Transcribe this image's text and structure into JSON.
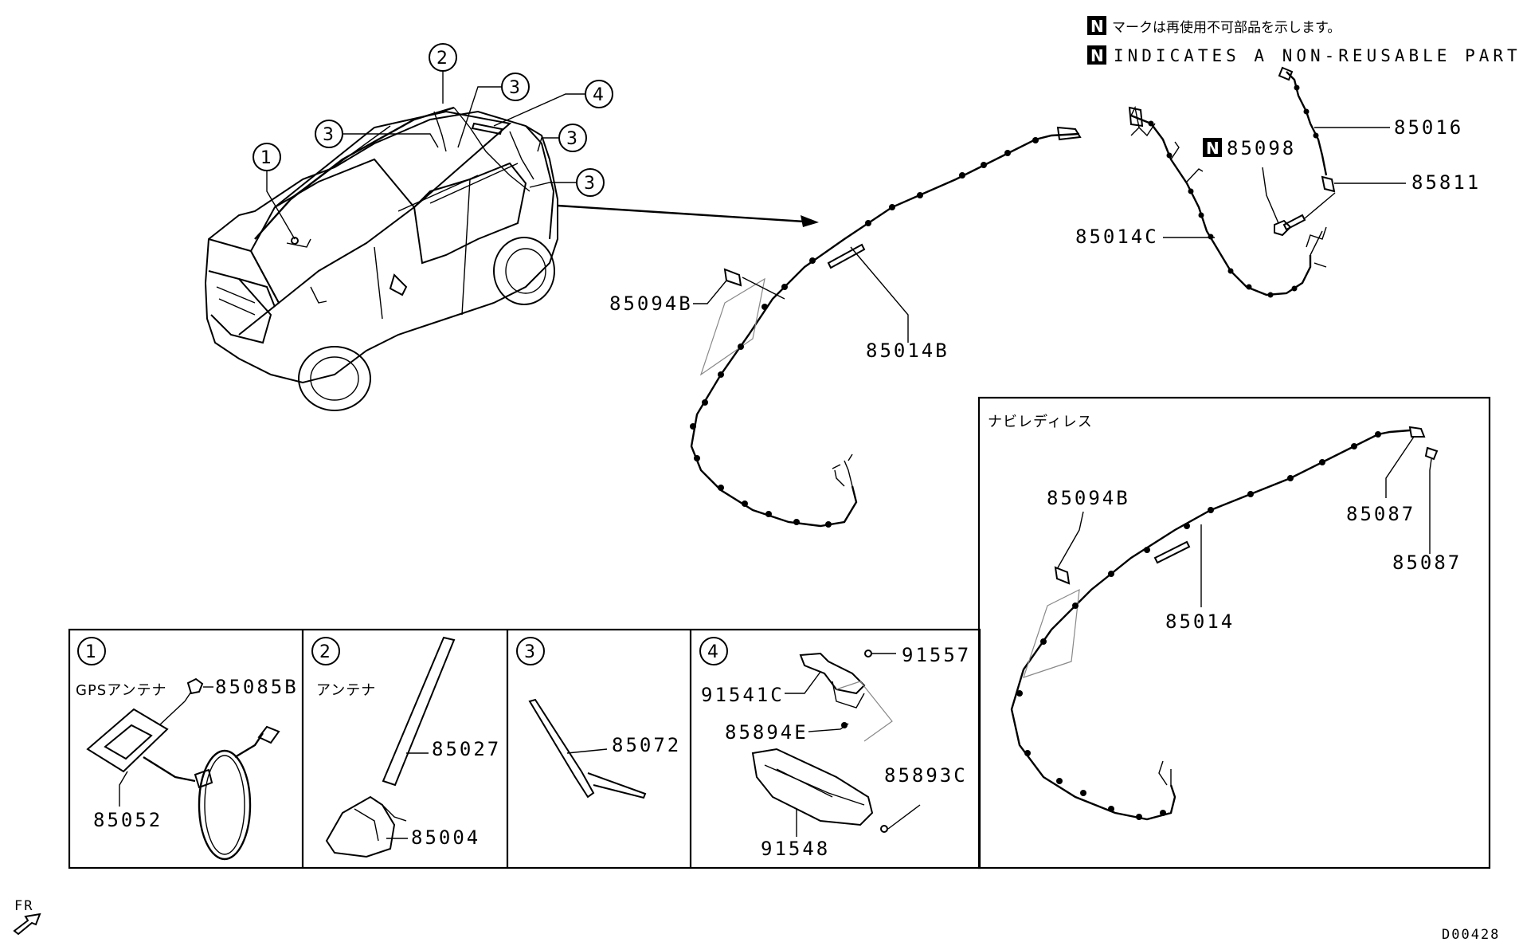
{
  "notes": {
    "badge_letter": "N",
    "line_jp": "マークは再使用不可部品を示します。",
    "line_en": "INDICATES A NON-REUSABLE PART."
  },
  "callouts": {
    "c1": "1",
    "c2": "2",
    "c3": "3",
    "c4": "4"
  },
  "main_harness": {
    "p85094b": "85094B",
    "p85014b": "85014B"
  },
  "rear_harness": {
    "p85016": "85016",
    "p85811": "85811",
    "p85098": "85098",
    "p85014c": "85014C"
  },
  "navi_less": {
    "title": "ナビレディレス",
    "p85094b": "85094B",
    "p85087a": "85087",
    "p85087b": "85087",
    "p85014": "85014"
  },
  "panel1": {
    "num": "1",
    "title": "GPSアンテナ",
    "p85085b": "85085B",
    "p85052": "85052"
  },
  "panel2": {
    "num": "2",
    "title": "アンテナ",
    "p85027": "85027",
    "p85004": "85004"
  },
  "panel3": {
    "num": "3",
    "p85072": "85072"
  },
  "panel4": {
    "num": "4",
    "p91557": "91557",
    "p91541c": "91541C",
    "p85894e": "85894E",
    "p85893c": "85893C",
    "p91548": "91548"
  },
  "footer": {
    "fr": "FR",
    "code": "D00428"
  }
}
